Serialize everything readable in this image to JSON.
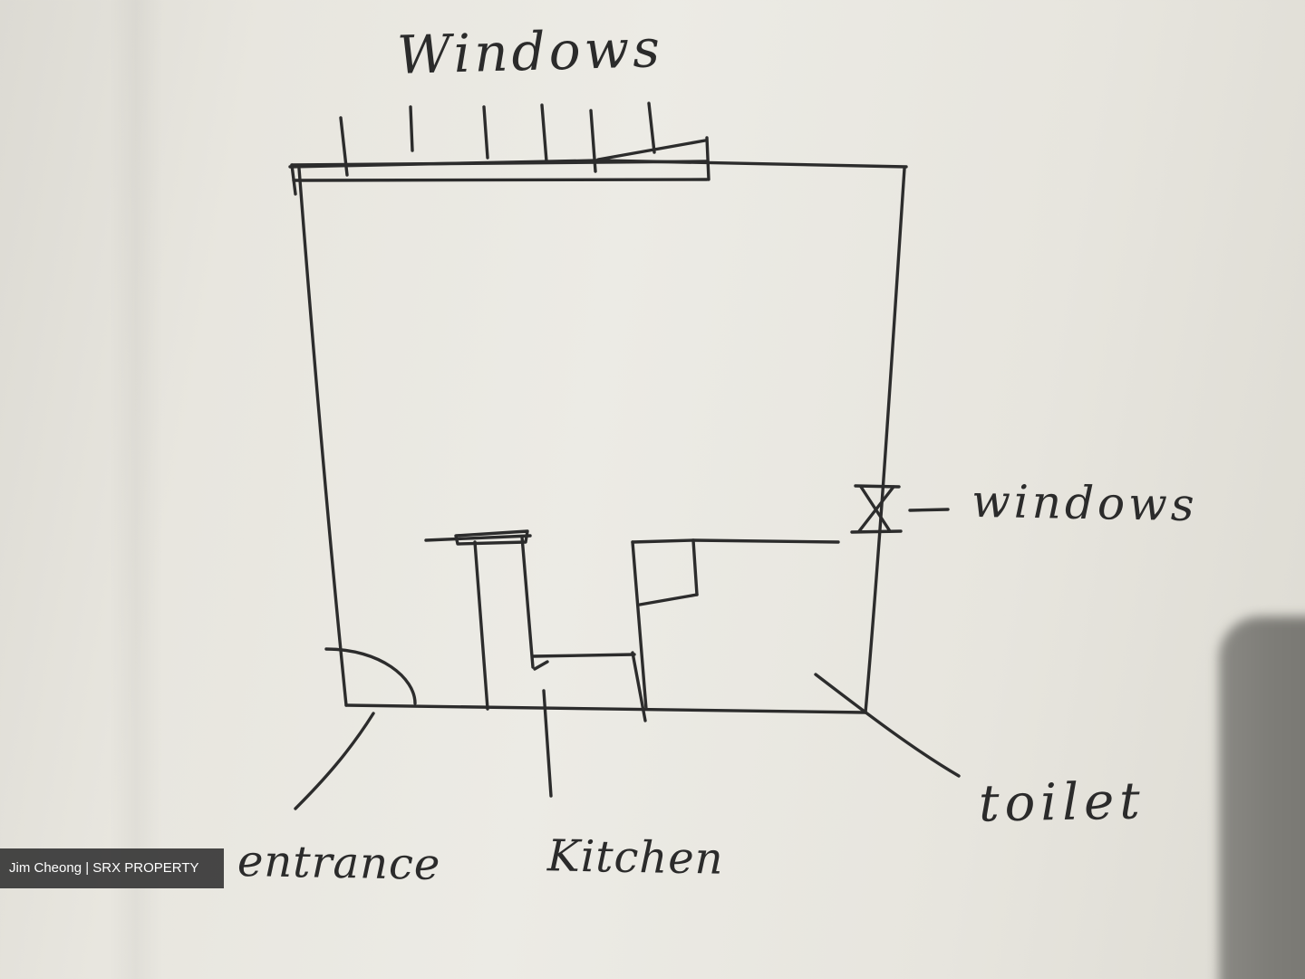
{
  "labels": {
    "top_windows": "Windows",
    "side_windows": "windows",
    "entrance": "entrance",
    "kitchen": "Kitchen",
    "toilet": "toilet"
  },
  "watermark": "Jim Cheong | SRX PROPERTY",
  "colors": {
    "ink": "#2c2c2c",
    "paper": "#e8e6df",
    "watermark_bg": "#373737"
  }
}
